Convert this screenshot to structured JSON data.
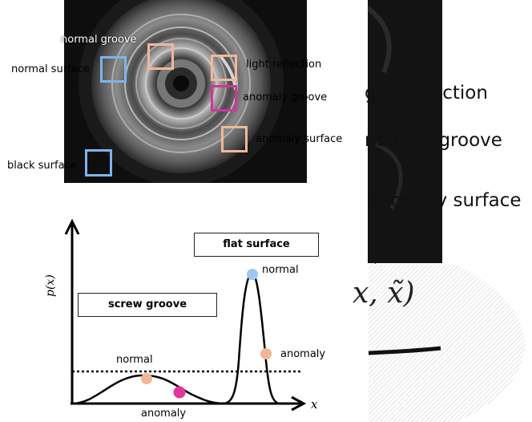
{
  "photo_labels": [
    {
      "key": "normal_groove",
      "text": "normal groove"
    },
    {
      "key": "normal_surface",
      "text": "normal surface"
    },
    {
      "key": "light_reflection",
      "text": "light reflection"
    },
    {
      "key": "anomaly_groove",
      "text": "anomaly groove"
    },
    {
      "key": "anomaly_surface",
      "text": "anomaly surface"
    },
    {
      "key": "black_surface",
      "text": "black surface"
    }
  ],
  "zoom_labels": {
    "line1": "ght reflection",
    "line2": "nomaly groove",
    "line3": "anomaly surface"
  },
  "formula_fragment": "x, x̃)",
  "plot": {
    "y_label": "p(x)",
    "x_label": "x",
    "flat_surface_label": "flat surface",
    "screw_groove_label": "screw groove",
    "groove_normal_label": "normal",
    "groove_anomaly_label": "anomaly",
    "flat_normal_label": "normal",
    "flat_anomaly_label": "anomaly"
  },
  "colors": {
    "normal_blue": "#7eb3ec",
    "anomaly_orange": "#f2b694",
    "anomaly_magenta": "#e0359a",
    "box_peach": "#f0b898",
    "box_magenta": "#d2359a"
  }
}
